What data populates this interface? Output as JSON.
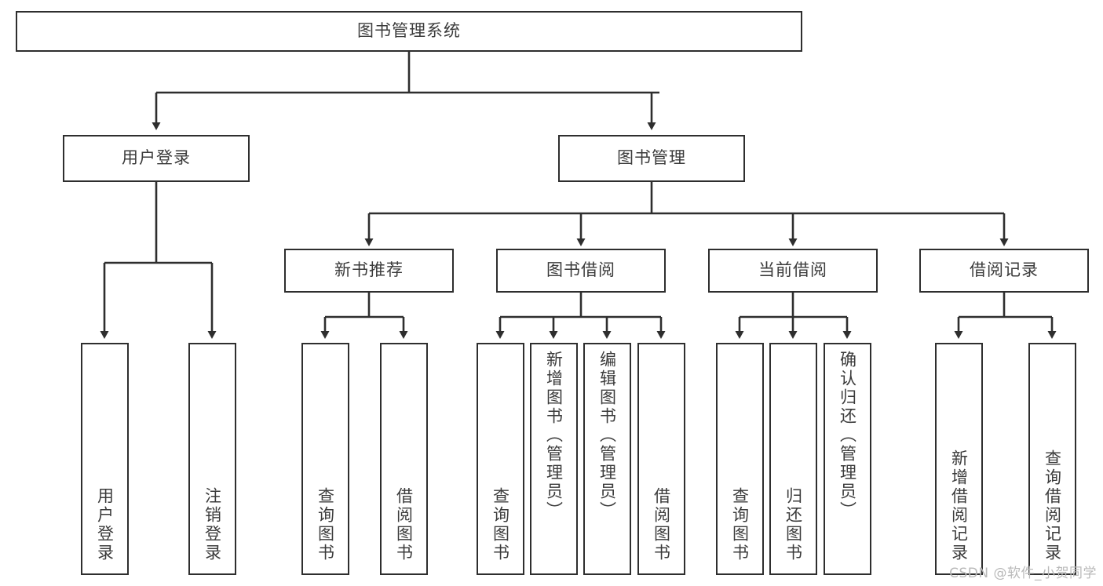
{
  "diagram": {
    "title": "图书管理系统",
    "type": "tree-hierarchy",
    "stroke_color": "#2e2e2e",
    "text_color": "#3b3b3b",
    "background_color": "#ffffff"
  },
  "nodes": {
    "root": {
      "label": "图书管理系统"
    },
    "level2": [
      {
        "label": "用户登录"
      },
      {
        "label": "图书管理"
      }
    ],
    "level3": [
      {
        "label": "新书推荐"
      },
      {
        "label": "图书借阅"
      },
      {
        "label": "当前借阅"
      },
      {
        "label": "借阅记录"
      }
    ],
    "leaves_user_login": [
      {
        "label": "用户登录"
      },
      {
        "label": "注销登录"
      }
    ],
    "leaves_new_book": [
      {
        "label": "查询图书"
      },
      {
        "label": "借阅图书"
      }
    ],
    "leaves_borrow": [
      {
        "label": "查询图书"
      },
      {
        "label": "新增图书（管理员）"
      },
      {
        "label": "编辑图书（管理员）"
      },
      {
        "label": "借阅图书"
      }
    ],
    "leaves_current": [
      {
        "label": "查询图书"
      },
      {
        "label": "归还图书"
      },
      {
        "label": "确认归还（管理员）"
      }
    ],
    "leaves_record": [
      {
        "label": "新增借阅记录"
      },
      {
        "label": "查询借阅记录"
      }
    ]
  },
  "watermark": {
    "text": "CSDN @软件_小贺同学"
  }
}
